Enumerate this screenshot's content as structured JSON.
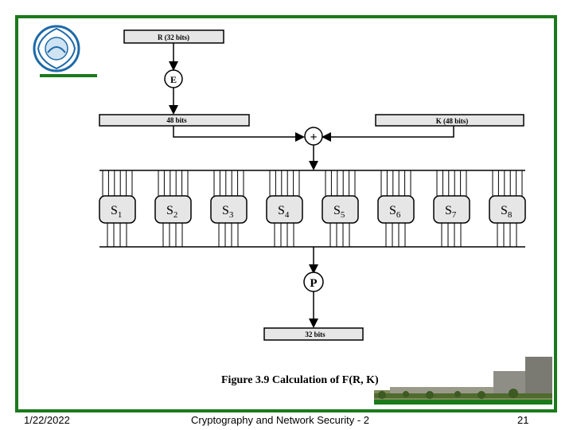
{
  "diagram": {
    "input_r_label": "R (32 bits)",
    "expansion_label": "E",
    "expanded_label": "48 bits",
    "key_label": "K (48 bits)",
    "xor_label": "+",
    "permutation_label": "P",
    "output_label": "32 bits",
    "sboxes": [
      {
        "letter": "S",
        "index": "1"
      },
      {
        "letter": "S",
        "index": "2"
      },
      {
        "letter": "S",
        "index": "3"
      },
      {
        "letter": "S",
        "index": "4"
      },
      {
        "letter": "S",
        "index": "5"
      },
      {
        "letter": "S",
        "index": "6"
      },
      {
        "letter": "S",
        "index": "7"
      },
      {
        "letter": "S",
        "index": "8"
      }
    ],
    "caption": "Figure 3.9  Calculation of F(R, K)"
  },
  "footer": {
    "date": "1/22/2022",
    "title": "Cryptography and Network Security - 2",
    "page": "21"
  },
  "colors": {
    "frame": "#1a7a1a",
    "box_fill": "#e6e6e6",
    "logo_blue": "#1e6aa8"
  }
}
